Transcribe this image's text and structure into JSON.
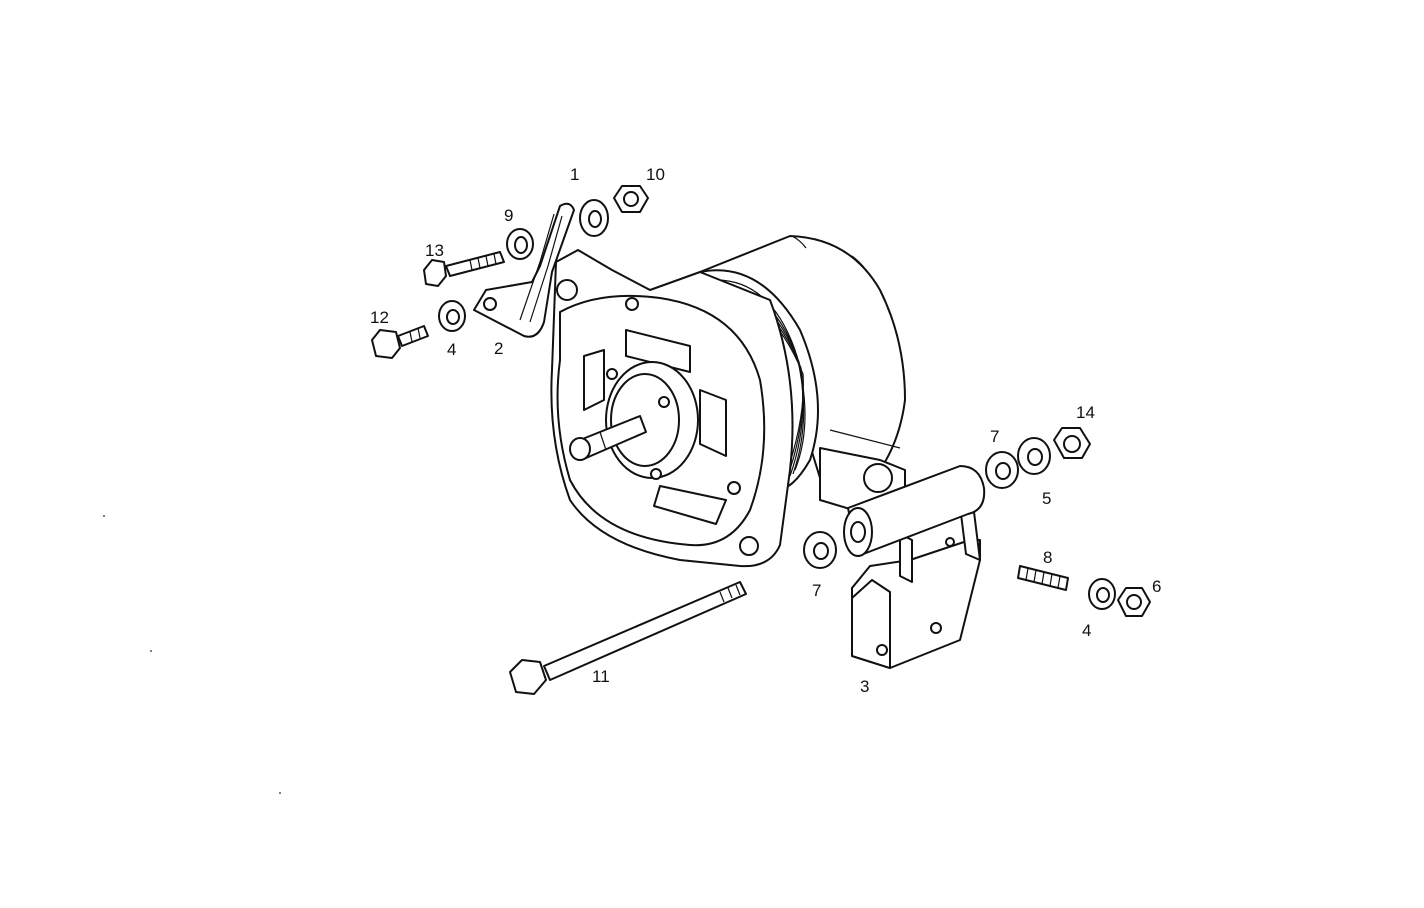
{
  "callouts": {
    "c1": "1",
    "c2": "2",
    "c3": "3",
    "c4a": "4",
    "c4b": "4",
    "c5": "5",
    "c6": "6",
    "c7a": "7",
    "c7b": "7",
    "c8": "8",
    "c9": "9",
    "c10": "10",
    "c11": "11",
    "c12": "12",
    "c13": "13",
    "c14": "14"
  }
}
